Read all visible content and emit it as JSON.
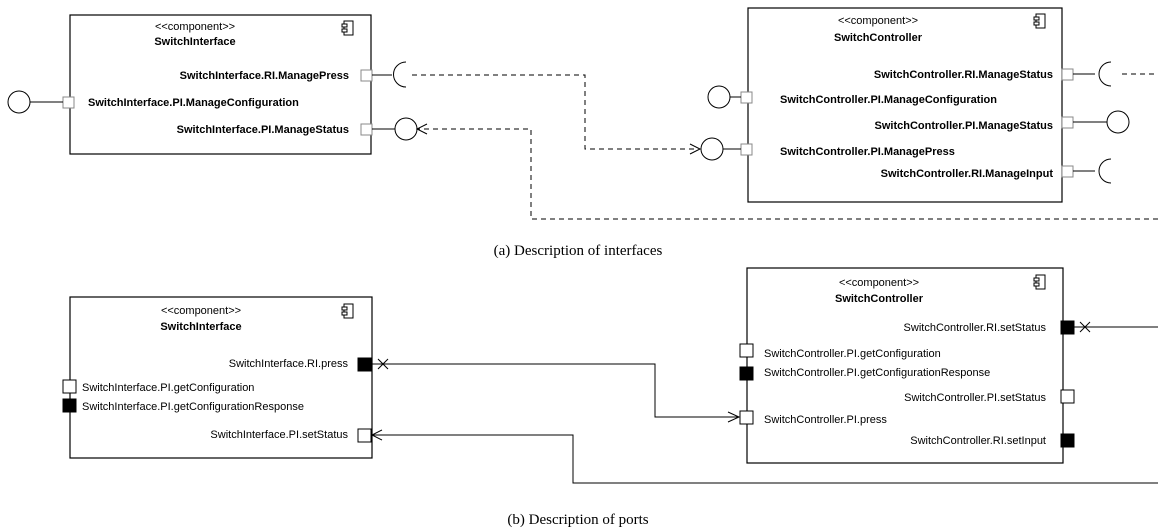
{
  "stereotype": "<<component>>",
  "interfaces_view": {
    "caption": "(a) Description of interfaces",
    "switch_interface": {
      "name": "SwitchInterface",
      "labels": [
        "SwitchInterface.RI.ManagePress",
        "SwitchInterface.PI.ManageConfiguration",
        "SwitchInterface.PI.ManageStatus"
      ]
    },
    "switch_controller": {
      "name": "SwitchController",
      "labels": [
        "SwitchController.RI.ManageStatus",
        "SwitchController.PI.ManageConfiguration",
        "SwitchController.PI.ManageStatus",
        "SwitchController.PI.ManagePress",
        "SwitchController.RI.ManageInput"
      ]
    }
  },
  "ports_view": {
    "caption": "(b) Description of ports",
    "switch_interface": {
      "name": "SwitchInterface",
      "labels": [
        "SwitchInterface.RI.press",
        "SwitchInterface.PI.getConfiguration",
        "SwitchInterface.PI.getConfigurationResponse",
        "SwitchInterface.PI.setStatus"
      ]
    },
    "switch_controller": {
      "name": "SwitchController",
      "labels": [
        "SwitchController.RI.setStatus",
        "SwitchController.PI.getConfiguration",
        "SwitchController.PI.getConfigurationResponse",
        "SwitchController.PI.setStatus",
        "SwitchController.PI.press",
        "SwitchController.RI.setInput"
      ]
    }
  }
}
